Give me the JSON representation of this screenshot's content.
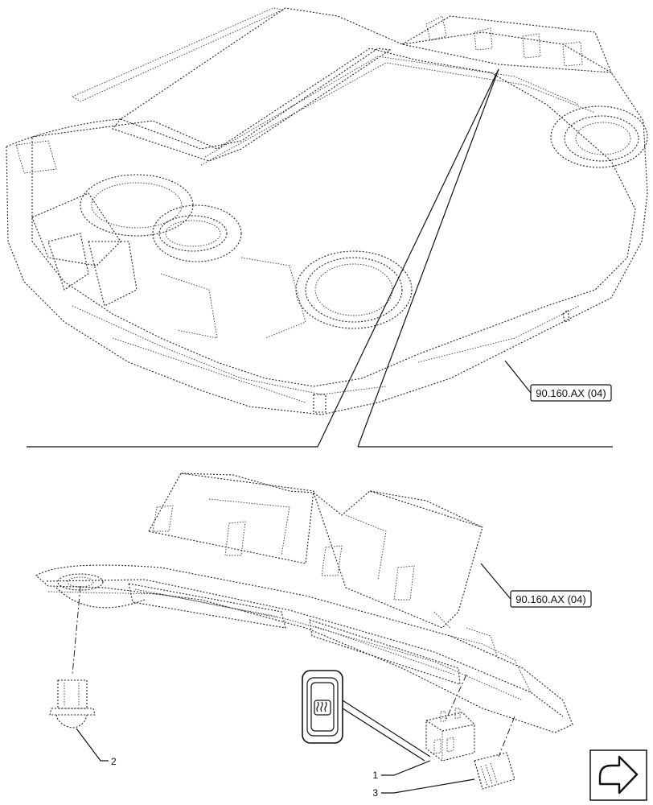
{
  "references": {
    "upper": "90.160.AX (04)",
    "lower": "90.160.AX (04)"
  },
  "callouts": [
    "1",
    "2",
    "3"
  ],
  "icons": {
    "rocker_switch_symbol": "rear-window-defrost-icon",
    "navigation": "arrow-return-icon"
  }
}
